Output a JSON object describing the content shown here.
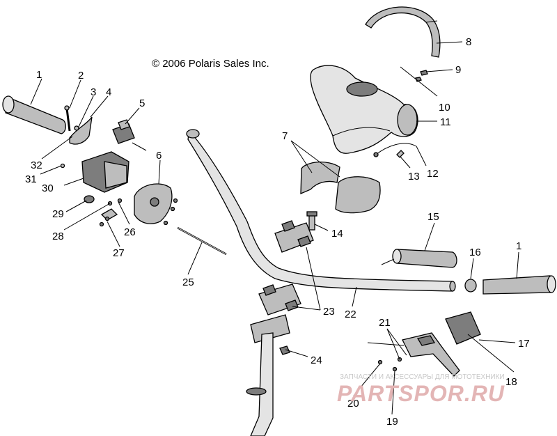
{
  "copyright": "© 2006 Polaris Sales Inc.",
  "callouts": {
    "c1a": "1",
    "c2": "2",
    "c3": "3",
    "c4": "4",
    "c5": "5",
    "c6": "6",
    "c7": "7",
    "c8": "8",
    "c9": "9",
    "c10": "10",
    "c11": "11",
    "c12": "12",
    "c13": "13",
    "c14": "14",
    "c15": "15",
    "c16": "16",
    "c1b": "1",
    "c17": "17",
    "c18": "18",
    "c19": "19",
    "c20": "20",
    "c21": "21",
    "c22": "22",
    "c23": "23",
    "c24": "24",
    "c25": "25",
    "c26": "26",
    "c27": "27",
    "c28": "28",
    "c29": "29",
    "c30": "30",
    "c31": "31",
    "c32": "32"
  },
  "watermark": {
    "top": "ЗАПЧАСТИ И АКСЕССУАРЫ ДЛЯ МОТОТЕХНИКИ",
    "logo": "PARTSPOR.RU"
  }
}
